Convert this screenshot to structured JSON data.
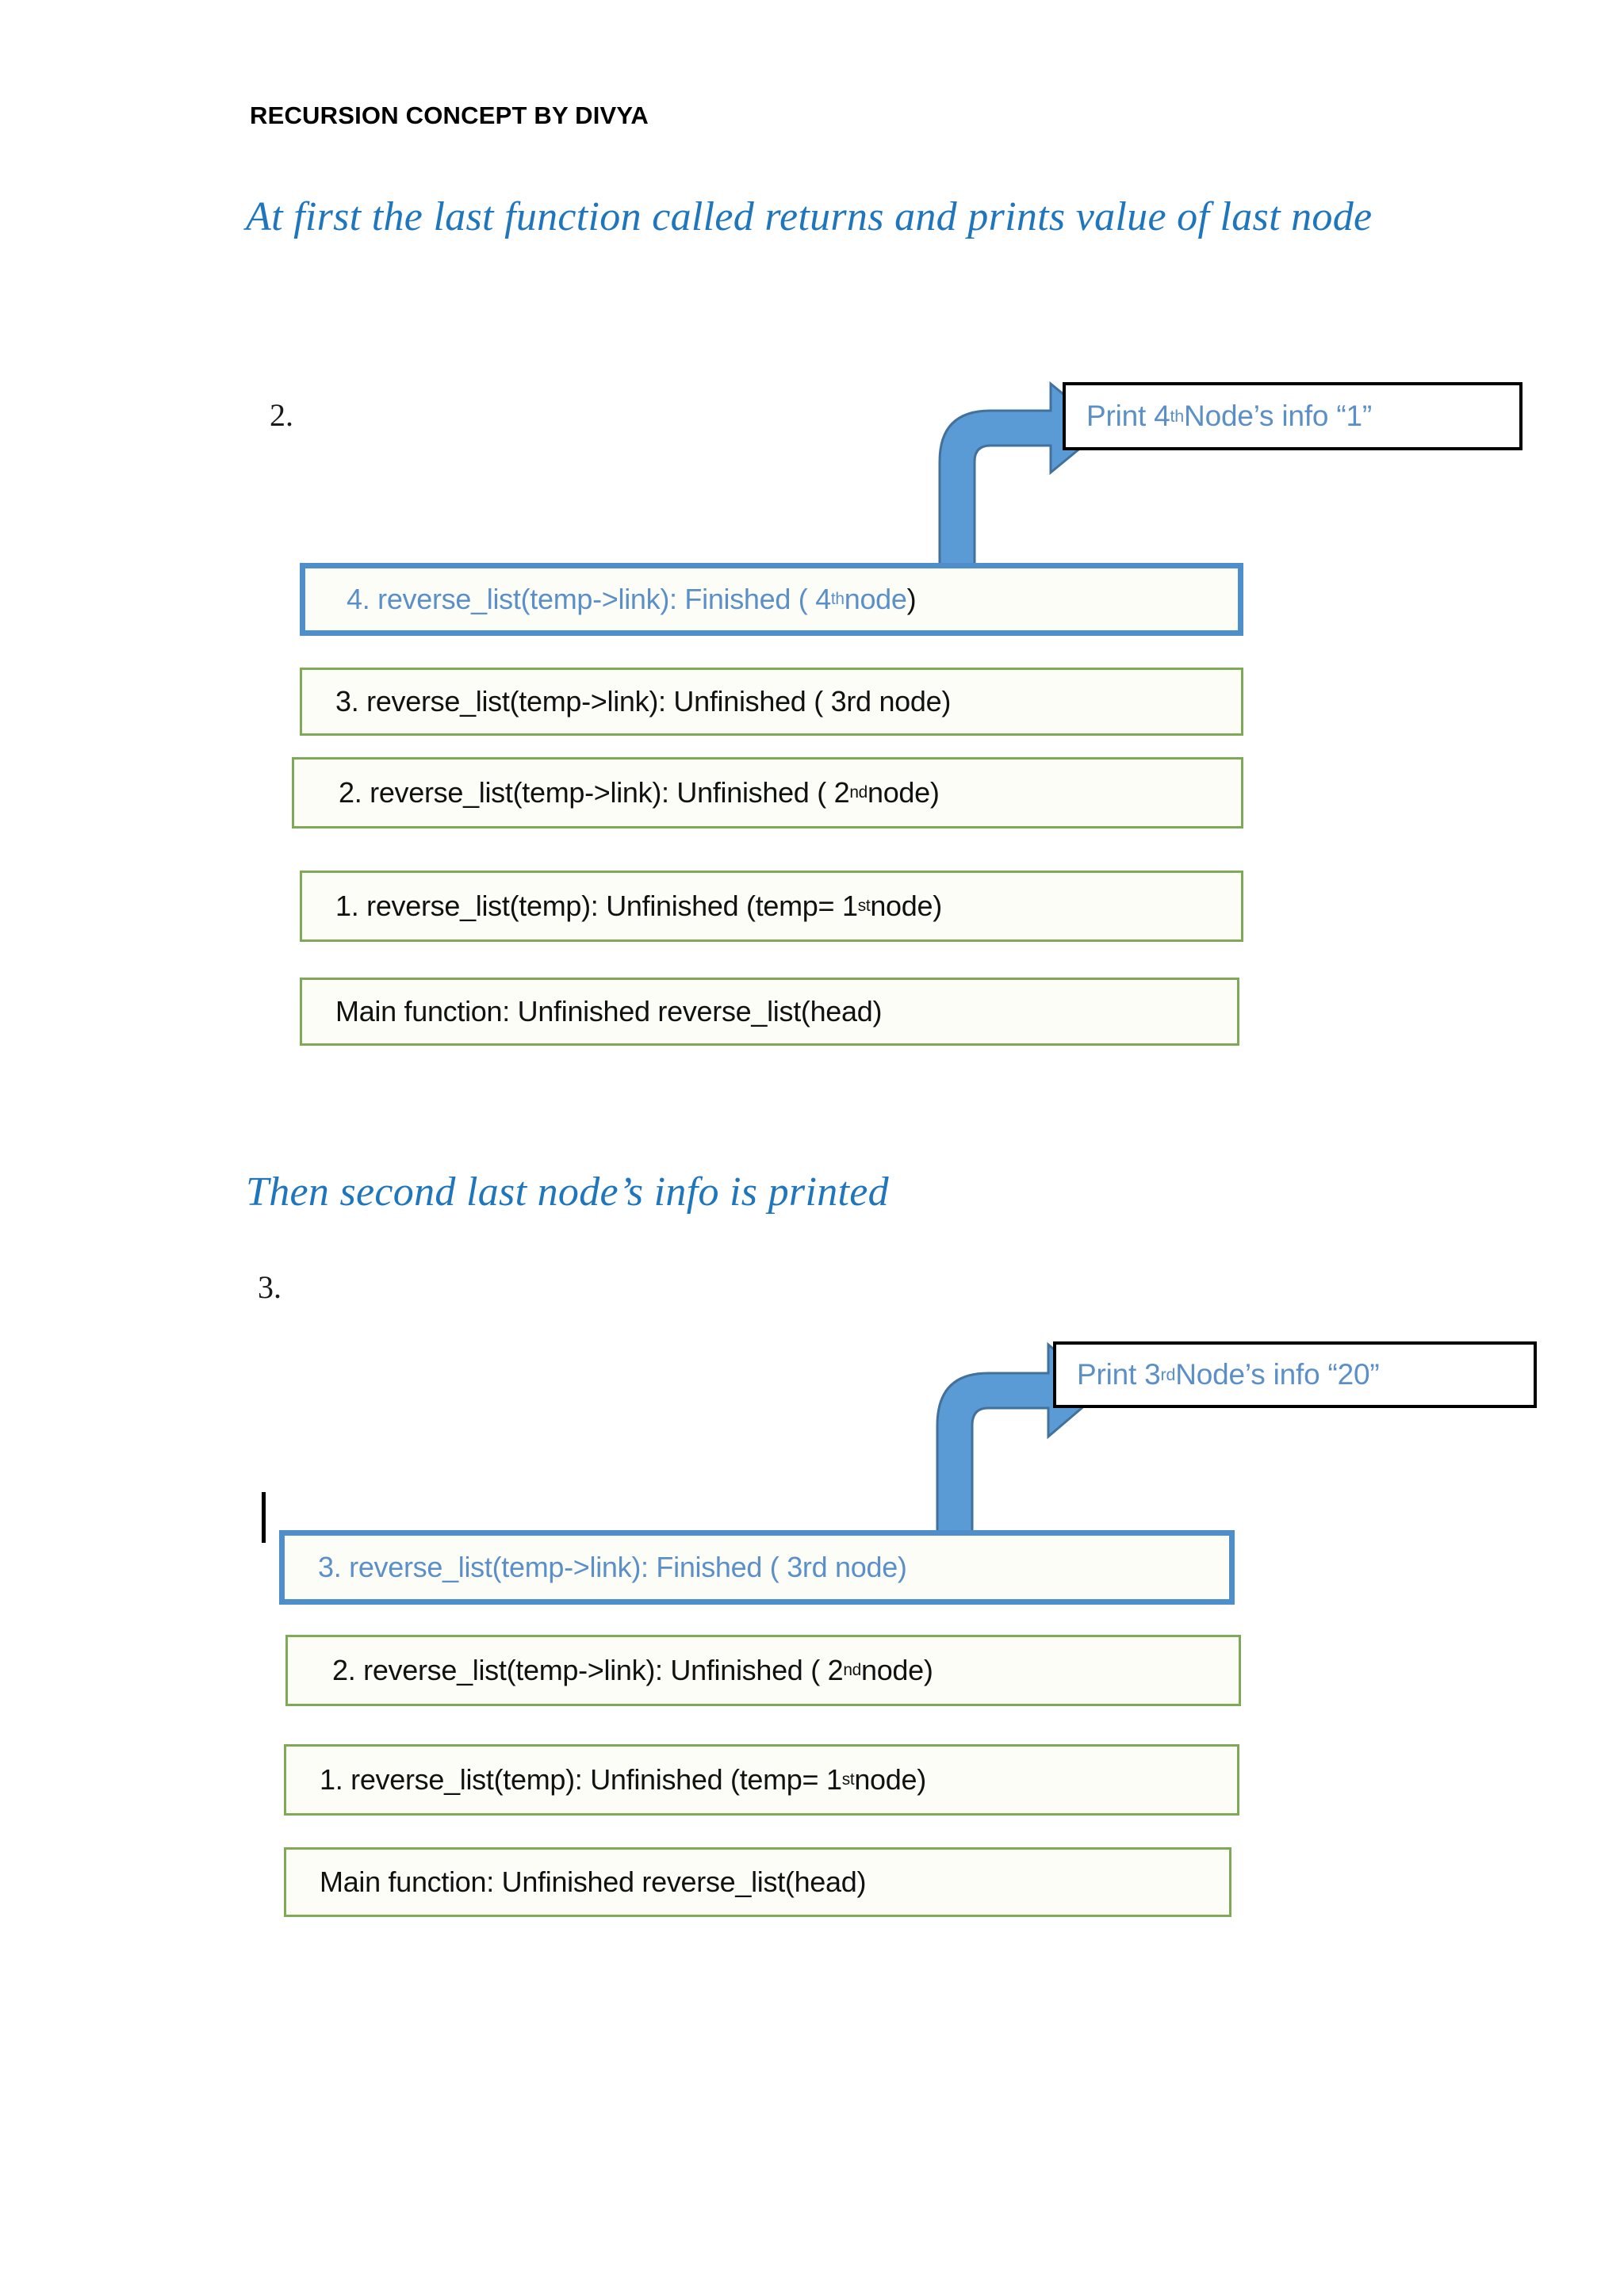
{
  "document": {
    "header": "RECURSION CONCEPT BY DIVYA"
  },
  "sections": [
    {
      "heading": "At first the last function called returns and prints value of last node",
      "number_label": "2.",
      "callout": {
        "prefix": "Print 4",
        "ordinal": "th",
        "suffix": " Node’s info “1”"
      },
      "stack_frames": [
        {
          "state": "finished",
          "style": "blue",
          "prefix": "4. reverse_list(temp->link): Finished ( 4",
          "ordinal": "th",
          "suffix": " node",
          "tail": ")"
        },
        {
          "state": "unfinished",
          "style": "green",
          "prefix": "3. reverse_list(temp->link): Unfinished ( 3rd node)",
          "ordinal": "",
          "suffix": "",
          "tail": ""
        },
        {
          "state": "unfinished",
          "style": "green",
          "prefix": "2. reverse_list(temp->link): Unfinished ( 2",
          "ordinal": "nd",
          "suffix": " node)",
          "tail": ""
        },
        {
          "state": "unfinished",
          "style": "green",
          "prefix": "1. reverse_list(temp): Unfinished (temp= 1",
          "ordinal": "st",
          "suffix": " node)",
          "tail": ""
        },
        {
          "state": "unfinished",
          "style": "green",
          "prefix": "Main function: Unfinished reverse_list(head)",
          "ordinal": "",
          "suffix": "",
          "tail": ""
        }
      ]
    },
    {
      "heading": "Then second last node’s info is printed",
      "number_label": "3.",
      "callout": {
        "prefix": "Print 3",
        "ordinal": "rd",
        "suffix": " Node’s info “20”"
      },
      "stack_frames": [
        {
          "state": "finished",
          "style": "blue",
          "prefix": "3. reverse_list(temp->link): Finished ( 3rd node)",
          "ordinal": "",
          "suffix": "",
          "tail": ""
        },
        {
          "state": "unfinished",
          "style": "green",
          "prefix": "2. reverse_list(temp->link): Unfinished ( 2",
          "ordinal": "nd",
          "suffix": " node)",
          "tail": ""
        },
        {
          "state": "unfinished",
          "style": "green",
          "prefix": "1. reverse_list(temp): Unfinished (temp= 1",
          "ordinal": "st",
          "suffix": " node)",
          "tail": ""
        },
        {
          "state": "unfinished",
          "style": "green",
          "prefix": "Main function: Unfinished reverse_list(head)",
          "ordinal": "",
          "suffix": "",
          "tail": ""
        }
      ]
    }
  ],
  "colors": {
    "heading_blue": "#1F76BC",
    "frame_blue_border": "#4E8FCB",
    "frame_blue_text": "#5B8FC7",
    "frame_green_border": "#7FA957",
    "arrow_fill": "#5B9BD5",
    "arrow_stroke": "#41719C",
    "callout_border": "#000000",
    "body_text": "#111111"
  },
  "icons": {
    "arrow": "bent-up-right-arrow-icon",
    "caret": "text-caret-icon"
  }
}
